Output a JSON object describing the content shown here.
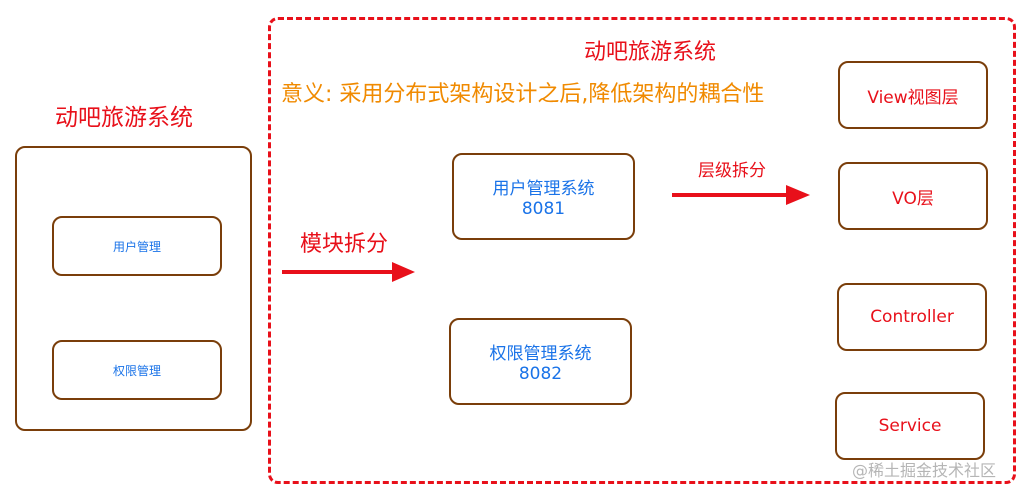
{
  "left": {
    "title": "动吧旅游系统",
    "items": [
      "用户管理",
      "权限管理"
    ]
  },
  "right": {
    "title": "动吧旅游系统",
    "meaning": "意义: 采用分布式架构设计之后,降低架构的耦合性",
    "services": [
      {
        "name": "用户管理系统",
        "port": "8081"
      },
      {
        "name": "权限管理系统",
        "port": "8082"
      }
    ],
    "layers": [
      "View视图层",
      "VO层",
      "Controller",
      "Service"
    ]
  },
  "arrows": {
    "module_split": "模块拆分",
    "layer_split": "层级拆分"
  },
  "watermark": "@稀土掘金技术社区",
  "colors": {
    "border": "#7a3e0a",
    "red": "#e8101a",
    "orange": "#f08a00",
    "blue": "#1a73e8"
  }
}
